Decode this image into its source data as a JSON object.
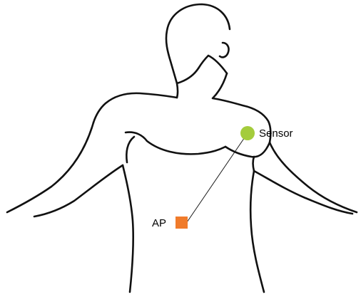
{
  "labels": {
    "sensor": "Sensor",
    "ap": "AP"
  },
  "colors": {
    "sensor_marker": "#a4cc3c",
    "ap_marker": "#f07b2b",
    "outline": "#111111",
    "link_line": "#1a1a1a"
  },
  "markers": {
    "sensor_shape": "circle",
    "ap_shape": "square"
  }
}
